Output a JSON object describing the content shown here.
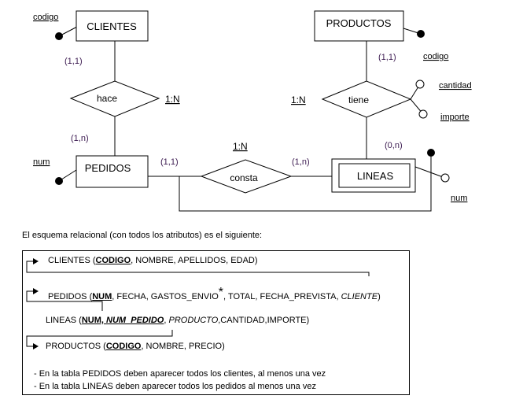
{
  "entities": {
    "clientes": "CLIENTES",
    "productos": "PRODUCTOS",
    "pedidos": "PEDIDOS",
    "lineas": "LINEAS"
  },
  "relationships": {
    "hace": "hace",
    "tiene": "tiene",
    "consta": "consta"
  },
  "cardinalities": {
    "clientes_hace": "(1,1)",
    "hace_pedidos": "(1,n)",
    "hace_ratio": "1:N",
    "productos_tiene": "(1,1)",
    "tiene_ratio": "1:N",
    "tiene_lineas": "(0,n)",
    "pedidos_consta": "(1,1)",
    "consta_ratio": "1:N",
    "consta_lineas": "(1,n)"
  },
  "attributes": {
    "clientes_codigo": "codigo",
    "productos_codigo": "codigo",
    "pedidos_num": "num",
    "tiene_cantidad": "cantidad",
    "tiene_importe": "importe",
    "lineas_num": "num"
  },
  "schema": {
    "intro": "El esquema relacional (con todos los atributos) es el siguiente:",
    "clientes": {
      "name": "CLIENTES (",
      "pk": "CODIGO",
      "rest": ", NOMBRE, APELLIDOS, EDAD)"
    },
    "pedidos": {
      "name": "PEDIDOS (",
      "pk": "NUM",
      "mid": ", FECHA, GASTOS_ENVIO",
      "star": "*",
      "mid2": ", TOTAL, FECHA_PREVISTA, ",
      "fk": "CLIENTE",
      "end": ")"
    },
    "lineas": {
      "name": "LINEAS (",
      "pk1": "NUM,",
      "pk2": " NUM_PEDIDO",
      "sep": ", ",
      "fk": "PRODUCTO",
      "rest": ",CANTIDAD,IMPORTE)"
    },
    "productos": {
      "name": "PRODUCTOS (",
      "pk": "CODIGO",
      "rest": ", NOMBRE, PRECIO)"
    },
    "notes": [
      "- En la tabla PEDIDOS deben aparecer todos los clientes, al menos una vez",
      "- En la tabla LINEAS deben aparecer todos los pedidos al menos una vez"
    ]
  }
}
